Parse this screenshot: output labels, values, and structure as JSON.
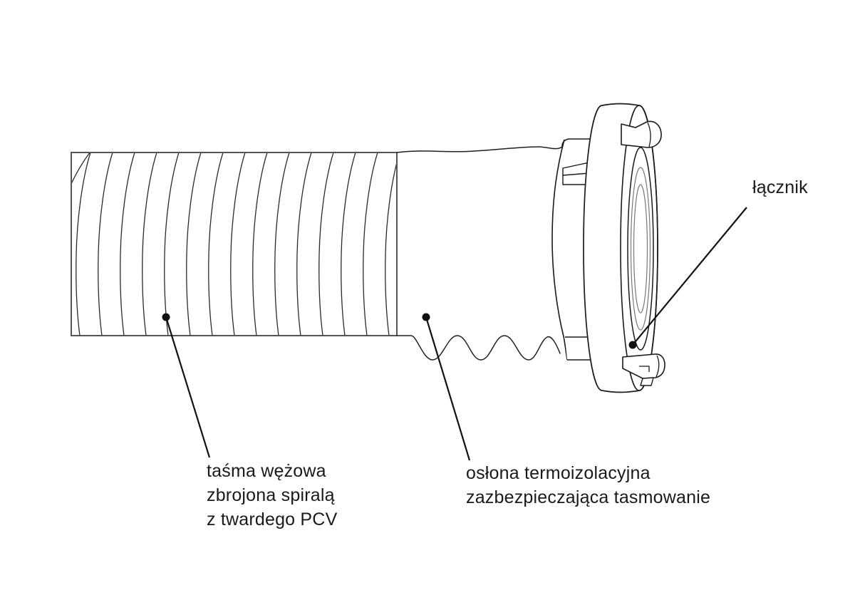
{
  "diagram": {
    "type": "technical-line-illustration",
    "subject": "hose with coupling",
    "colors": {
      "background": "#ffffff",
      "line": "#1a1a1a",
      "secondary_line": "#777777"
    },
    "labels": {
      "hose_tape": "taśma wężowa\nzbrojona spiralą\nz twardego PCV",
      "insulation": "osłona termoizolacyjna\nzazbezpieczająca tasmowanie",
      "connector": "łącznik"
    }
  }
}
